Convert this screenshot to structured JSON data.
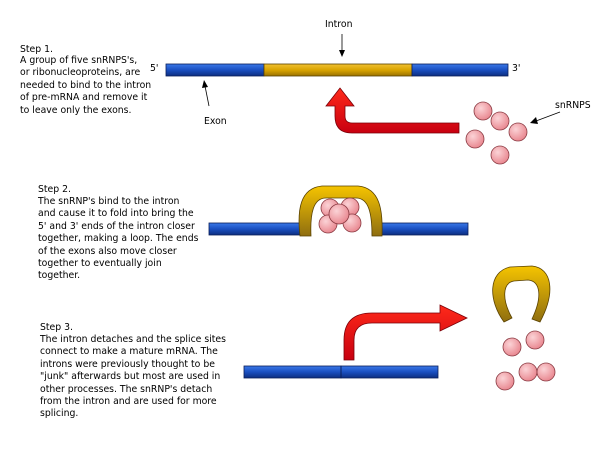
{
  "steps": [
    {
      "title": "Step 1.",
      "lines": [
        "A group of five snRNPS's,",
        "or ribonucleoproteins, are",
        "needed to bind to the intron",
        "of pre-mRNA and remove it",
        "to leave only the exons."
      ]
    },
    {
      "title": "Step 2.",
      "lines": [
        "The snRNP's bind to the intron",
        "and cause it to fold into bring the",
        "5' and 3' ends of the intron closer",
        "together, making a loop. The ends",
        "of the exons also move closer",
        "together to eventually join",
        "together."
      ]
    },
    {
      "title": "Step 3.",
      "lines": [
        "The intron detaches and the splice sites",
        "connect to make a mature mRNA. The",
        "introns were previously thought to be",
        "\"junk\" afterwards but most are used in",
        "other processes. The snRNP's detach",
        "from the intron and are used for more",
        "splicing."
      ]
    }
  ],
  "labels": {
    "intron": "Intron",
    "exon": "Exon",
    "five_prime": "5'",
    "three_prime": "3'",
    "snrnps": "snRNPS"
  },
  "colors": {
    "exon": "#1a4fc0",
    "intron": "#d9a400",
    "snrnp_fill": "#f2a6ad",
    "snrnp_stroke": "#8a3a42",
    "arrow": "#e8000a",
    "text": "#000000"
  }
}
